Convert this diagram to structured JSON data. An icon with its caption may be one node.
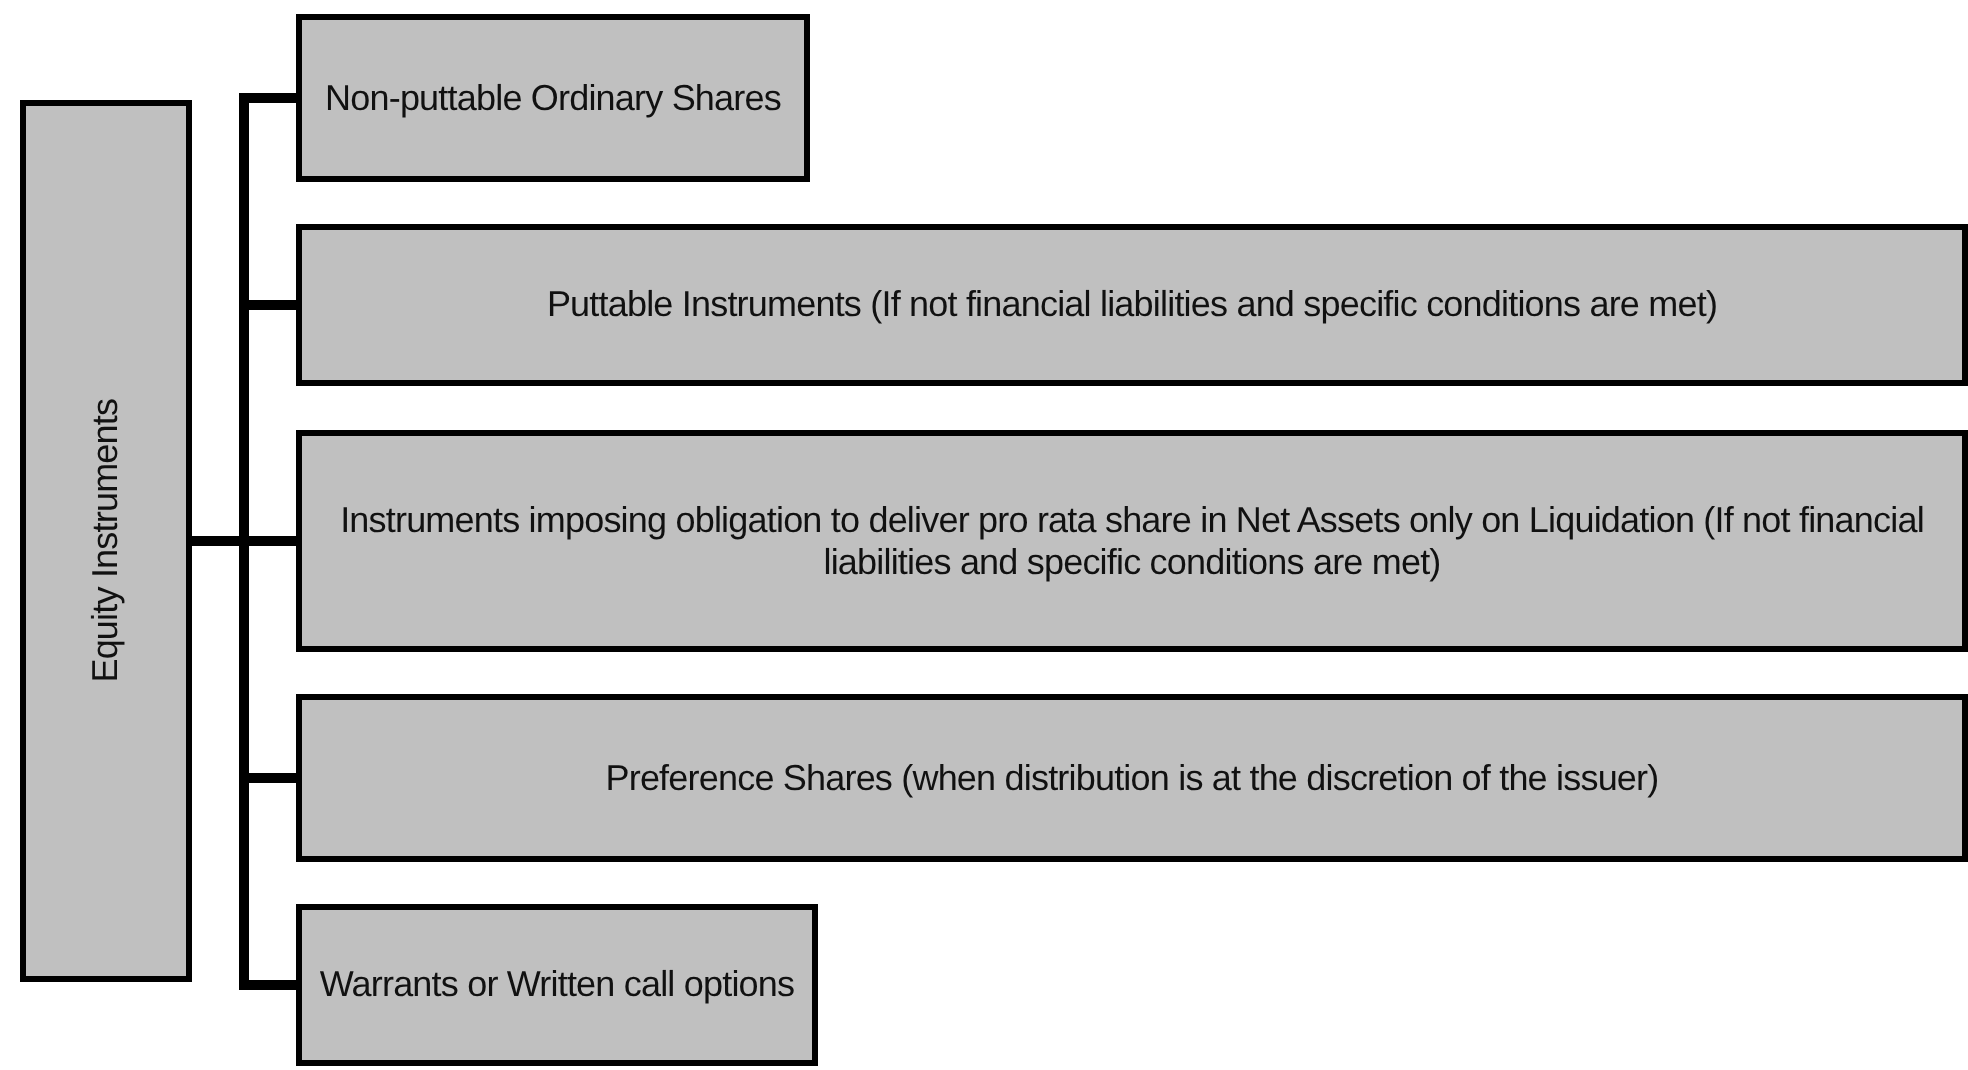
{
  "diagram": {
    "nodes": [
      {
        "text": [
          "Equity Instruments"
        ]
      },
      {
        "text": [
          "Non-puttable Ordinary Shares"
        ]
      },
      {
        "text": [
          "Puttable Instruments (If not financial liabilities and specific conditions are met)"
        ]
      },
      {
        "text": [
          "Instruments imposing obligation to deliver pro rata share in Net Assets only on Liquidation (If not financial liabilities and specific conditions are met)"
        ]
      },
      {
        "text": [
          "Preference Shares (when distribution is at the discretion of the issuer)"
        ]
      },
      {
        "text": [
          "Warrants or Written call options"
        ]
      }
    ],
    "edges": [
      {
        "from": 0,
        "to": 1,
        "arrow": "none"
      },
      {
        "from": 0,
        "to": 2,
        "arrow": "none"
      },
      {
        "from": 0,
        "to": 3,
        "arrow": "none"
      },
      {
        "from": 0,
        "to": 4,
        "arrow": "none"
      },
      {
        "from": 0,
        "to": 5,
        "arrow": "none"
      }
    ]
  }
}
